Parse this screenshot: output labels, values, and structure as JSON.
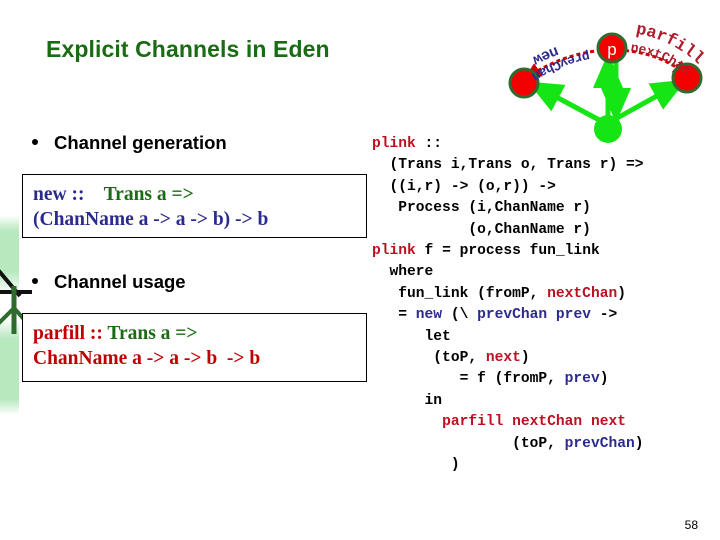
{
  "slide": {
    "title": "Explicit Channels in Eden",
    "page_number": "58",
    "title_color": "#1a6b14"
  },
  "diagram": {
    "name": "eden-channel-diagram",
    "center_node_label": "p",
    "labels": [
      {
        "text": "new",
        "color": "#2b2b8f",
        "role": "new-label"
      },
      {
        "text": "prevChan",
        "color": "#2b2b8f",
        "role": "prevchan-label"
      },
      {
        "text": "parfill",
        "color": "#b01c2e",
        "role": "parfill-label"
      },
      {
        "text": "nextChan",
        "color": "#b01c2e",
        "role": "nextchan-label"
      }
    ],
    "node_fill": "#f50000",
    "node_stroke": "#1a6b14",
    "process_node_fill": "#15e515",
    "arrow_color": "#15e515",
    "dotted_arc_color": "#cc0000"
  },
  "bullets": [
    {
      "label": "Channel generation"
    },
    {
      "label": "Channel usage"
    }
  ],
  "boxes": {
    "new": {
      "line1_name": "new ::",
      "line1_class": "Trans a =>",
      "line2_type": "(ChanName a -> a -> b) -> b"
    },
    "parfill": {
      "line1_name": "parfill :: ",
      "line1_class": "Trans a =>",
      "line2_type": "ChanName a -> a -> b  -> b"
    }
  },
  "code": {
    "lines": [
      [
        {
          "t": "plink",
          "c": "red"
        },
        {
          "t": " ::",
          "c": "black"
        }
      ],
      [
        {
          "t": "  (Trans i,Trans o, Trans r) =>",
          "c": "black"
        }
      ],
      [
        {
          "t": "  ((i,r) -> (o,r)) ->",
          "c": "black"
        }
      ],
      [
        {
          "t": "   Process (i,ChanName r)",
          "c": "black"
        }
      ],
      [
        {
          "t": "           (o,ChanName r)",
          "c": "black"
        }
      ],
      [
        {
          "t": "plink",
          "c": "red"
        },
        {
          "t": " f = process fun_link",
          "c": "black"
        }
      ],
      [
        {
          "t": "  where",
          "c": "black"
        }
      ],
      [
        {
          "t": "   fun_link (fromP, ",
          "c": "black"
        },
        {
          "t": "nextChan",
          "c": "red"
        },
        {
          "t": ")",
          "c": "black"
        }
      ],
      [
        {
          "t": "   = ",
          "c": "black"
        },
        {
          "t": "new",
          "c": "blue"
        },
        {
          "t": " (\\ ",
          "c": "black"
        },
        {
          "t": "prevChan prev",
          "c": "blue"
        },
        {
          "t": " ->",
          "c": "black"
        }
      ],
      [
        {
          "t": "      let",
          "c": "black"
        }
      ],
      [
        {
          "t": "       (toP, ",
          "c": "black"
        },
        {
          "t": "next",
          "c": "red"
        },
        {
          "t": ")",
          "c": "black"
        }
      ],
      [
        {
          "t": "          = f (fromP, ",
          "c": "black"
        },
        {
          "t": "prev",
          "c": "blue"
        },
        {
          "t": ")",
          "c": "black"
        }
      ],
      [
        {
          "t": "      in",
          "c": "black"
        }
      ],
      [
        {
          "t": "        ",
          "c": "black"
        },
        {
          "t": "parfill nextChan next",
          "c": "red"
        }
      ],
      [
        {
          "t": "                (toP, ",
          "c": "black"
        },
        {
          "t": "prevChan",
          "c": "blue"
        },
        {
          "t": ")",
          "c": "black"
        }
      ],
      [
        {
          "t": "         )",
          "c": "black"
        }
      ]
    ]
  }
}
